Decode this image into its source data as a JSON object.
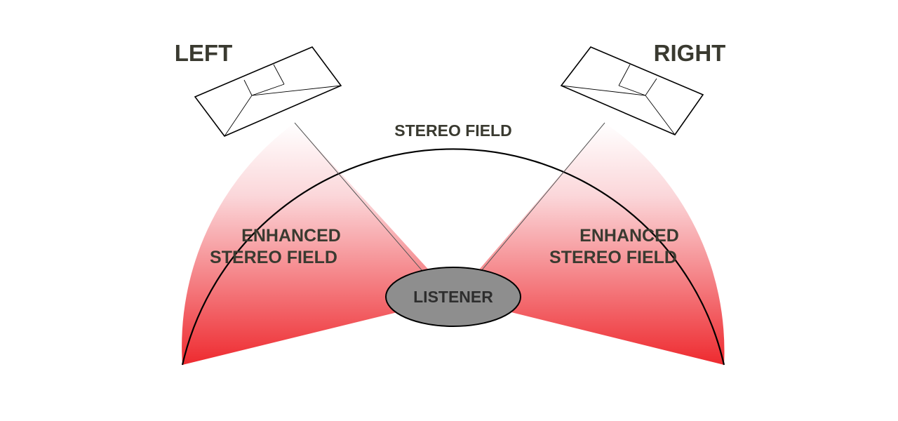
{
  "speakers": {
    "left": {
      "label": "LEFT"
    },
    "right": {
      "label": "RIGHT"
    }
  },
  "stereo_field": {
    "label": "STEREO FIELD"
  },
  "enhanced_left": {
    "line1": "ENHANCED",
    "line2": "STEREO FIELD"
  },
  "enhanced_right": {
    "line1": "ENHANCED",
    "line2": "STEREO FIELD"
  },
  "listener": {
    "label": "LISTENER"
  },
  "colors": {
    "enhanced_top": "#ffffff",
    "enhanced_bottom": "#ee2a2f",
    "listener_fill": "#8e8e8e",
    "outline": "#000000",
    "text": "#3a3a30"
  }
}
